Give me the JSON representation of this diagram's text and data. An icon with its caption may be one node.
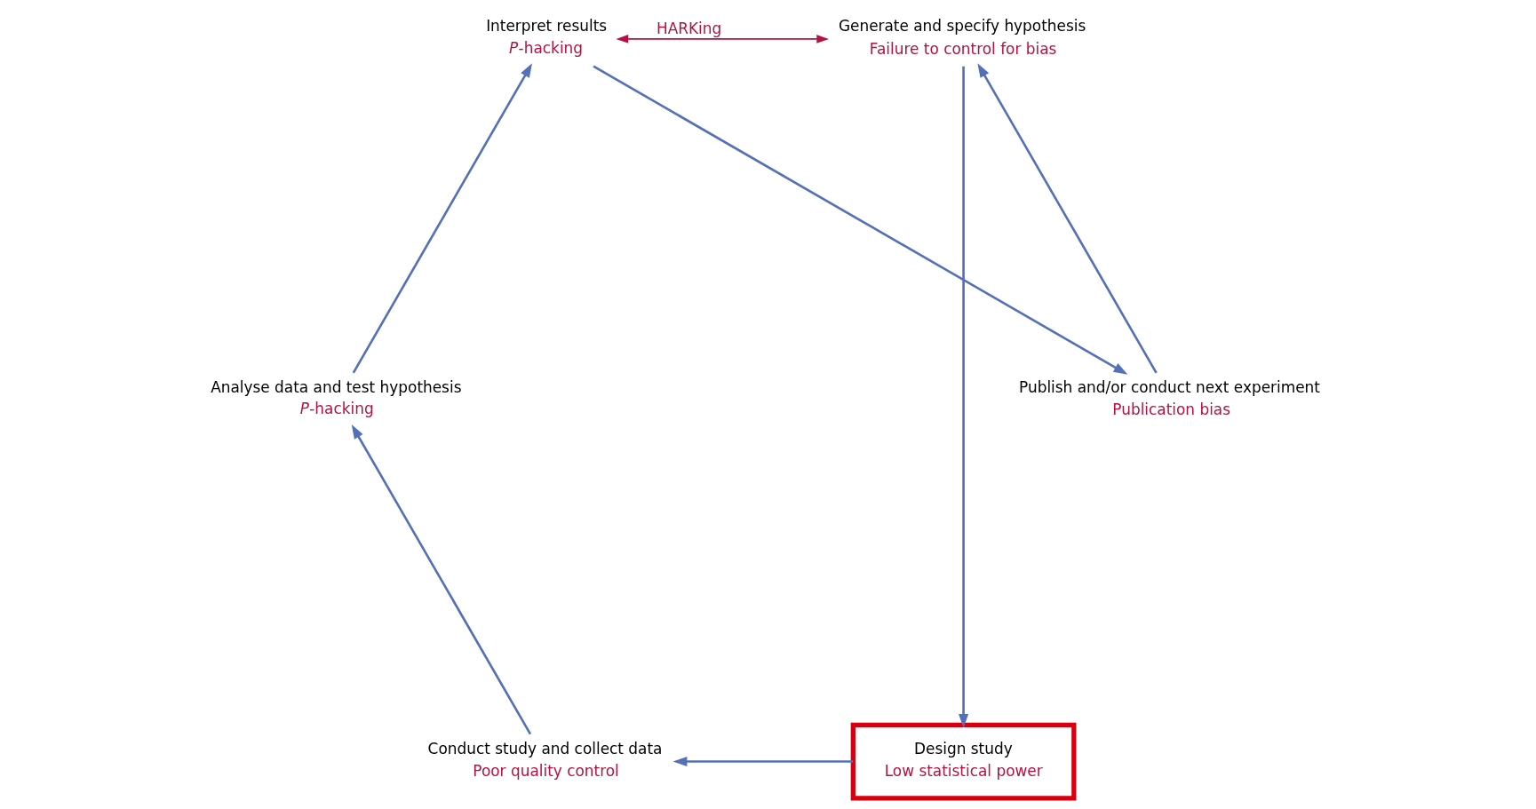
{
  "diagram": {
    "nodes": [
      {
        "text": [
          "Generate and specify hypothesis",
          "Failure to control for bias"
        ]
      },
      {
        "text": [
          "Design study",
          "Low statistical power"
        ]
      },
      {
        "text": [
          "Conduct study and collect data",
          "Poor quality control"
        ]
      },
      {
        "text": [
          "Analyse data and test hypothesis",
          "*P*-hacking"
        ]
      },
      {
        "text": [
          "Interpret results",
          "*P*-hacking"
        ]
      },
      {
        "text": [
          "Publish and/or conduct next experiment",
          "Publication bias"
        ]
      }
    ],
    "edges": [
      {
        "from": 0,
        "to": 1,
        "arrow": "to"
      },
      {
        "from": 1,
        "to": 2,
        "arrow": "to"
      },
      {
        "from": 2,
        "to": 3,
        "arrow": "to"
      },
      {
        "from": 3,
        "to": 4,
        "arrow": "to"
      },
      {
        "from": 4,
        "to": 5,
        "arrow": "to"
      },
      {
        "from": 5,
        "to": 0,
        "arrow": "to"
      },
      {
        "from": 4,
        "to": 0,
        "arrow": "both",
        "label": "HARKing",
        "color": "#b5123f"
      }
    ]
  }
}
